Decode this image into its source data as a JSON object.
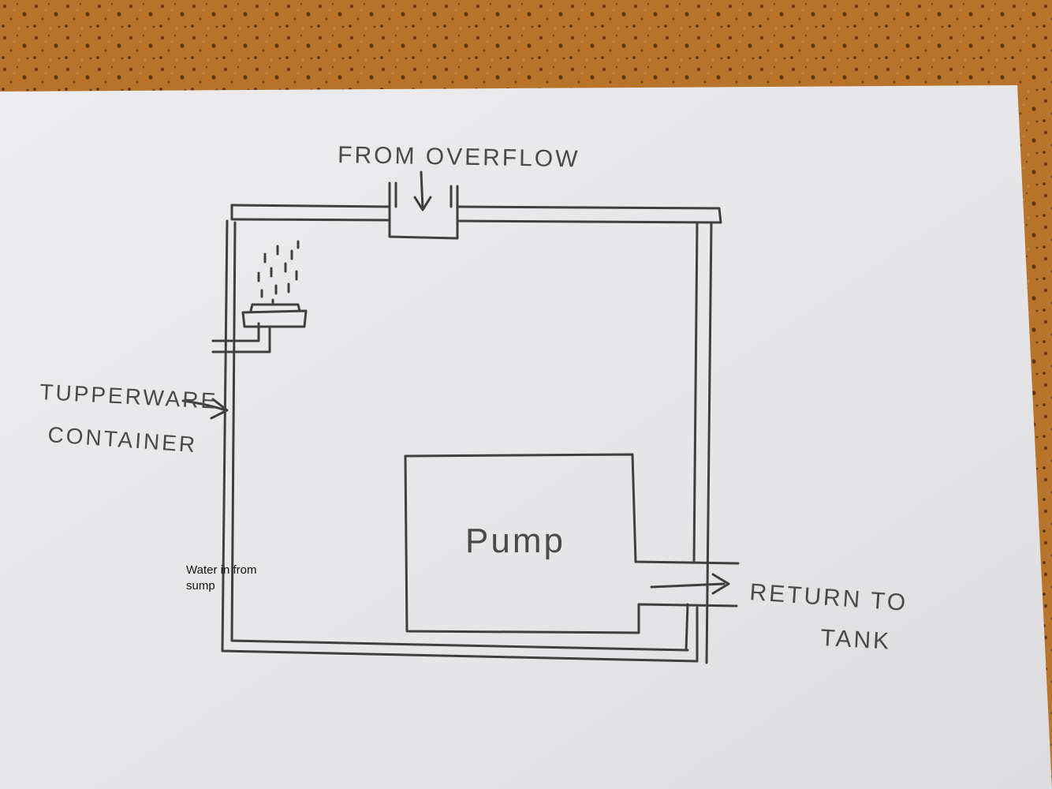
{
  "colors": {
    "table": "#b8742a",
    "table_speckle": "#6b3a12",
    "paper": "#e9e9ea",
    "pencil": "#3f3f3f"
  },
  "labels": {
    "from_overflow": "FROM OVERFLOW",
    "tupperware_line1": "TUPPERWARE",
    "tupperware_line2": "CONTAINER",
    "pump": "Pump",
    "return_line1": "RETURN TO",
    "return_line2": "TANK"
  },
  "overlay": {
    "note": "Water in from sump"
  }
}
